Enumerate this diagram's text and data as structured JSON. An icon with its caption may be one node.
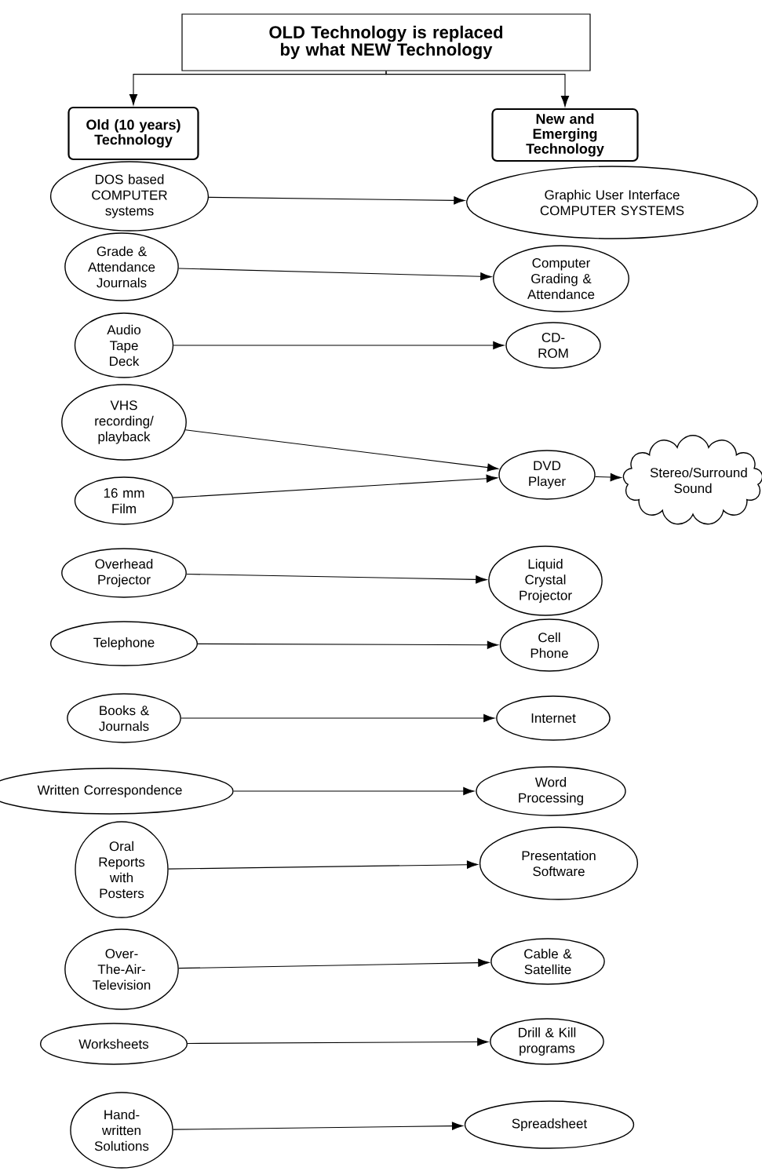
{
  "diagram": {
    "nodes": [
      {
        "text": [
          "OLD Technology is replaced by what NEW Technology"
        ]
      },
      {
        "text": [
          "Old (10 years) Technology"
        ]
      },
      {
        "text": [
          "New and Emerging Technology"
        ]
      },
      {
        "text": [
          "DOS based COMPUTER systems"
        ]
      },
      {
        "text": [
          "Grade & Attendance Journals"
        ]
      },
      {
        "text": [
          "Audio Tape Deck"
        ]
      },
      {
        "text": [
          "VHS recording/ playback"
        ]
      },
      {
        "text": [
          "16 mm Film"
        ]
      },
      {
        "text": [
          "Overhead Projector"
        ]
      },
      {
        "text": [
          "Telephone"
        ]
      },
      {
        "text": [
          "Books & Journals"
        ]
      },
      {
        "text": [
          "Written Correspondence"
        ]
      },
      {
        "text": [
          "Oral Reports with Posters"
        ]
      },
      {
        "text": [
          "Over-The-Air-Television"
        ]
      },
      {
        "text": [
          "Worksheets"
        ]
      },
      {
        "text": [
          "Hand-written Solutions"
        ]
      },
      {
        "text": [
          "Graphic User Interface COMPUTER SYSTEMS"
        ]
      },
      {
        "text": [
          "Computer Grading & Attendance"
        ]
      },
      {
        "text": [
          "CD-ROM"
        ]
      },
      {
        "text": [
          "DVD Player"
        ]
      },
      {
        "text": [
          "Stereo/Surround Sound"
        ]
      },
      {
        "text": [
          "Liquid Crystal Projector"
        ]
      },
      {
        "text": [
          "Cell Phone"
        ]
      },
      {
        "text": [
          "Internet"
        ]
      },
      {
        "text": [
          "Word Processing"
        ]
      },
      {
        "text": [
          "Presentation Software"
        ]
      },
      {
        "text": [
          "Cable & Satellite"
        ]
      },
      {
        "text": [
          "Drill & Kill programs"
        ]
      },
      {
        "text": [
          "Spreadsheet"
        ]
      }
    ],
    "edges": [
      {
        "from": 0,
        "to": 1,
        "arrow": "to"
      },
      {
        "from": 0,
        "to": 2,
        "arrow": "to"
      },
      {
        "from": 3,
        "to": 16,
        "arrow": "to"
      },
      {
        "from": 4,
        "to": 17,
        "arrow": "to"
      },
      {
        "from": 5,
        "to": 18,
        "arrow": "to"
      },
      {
        "from": 6,
        "to": 19,
        "arrow": "to"
      },
      {
        "from": 7,
        "to": 19,
        "arrow": "to"
      },
      {
        "from": 19,
        "to": 20,
        "arrow": "to"
      },
      {
        "from": 8,
        "to": 21,
        "arrow": "to"
      },
      {
        "from": 9,
        "to": 22,
        "arrow": "to"
      },
      {
        "from": 10,
        "to": 23,
        "arrow": "to"
      },
      {
        "from": 11,
        "to": 24,
        "arrow": "to"
      },
      {
        "from": 12,
        "to": 25,
        "arrow": "to"
      },
      {
        "from": 13,
        "to": 26,
        "arrow": "to"
      },
      {
        "from": 14,
        "to": 27,
        "arrow": "to"
      },
      {
        "from": 15,
        "to": 28,
        "arrow": "to"
      }
    ]
  }
}
